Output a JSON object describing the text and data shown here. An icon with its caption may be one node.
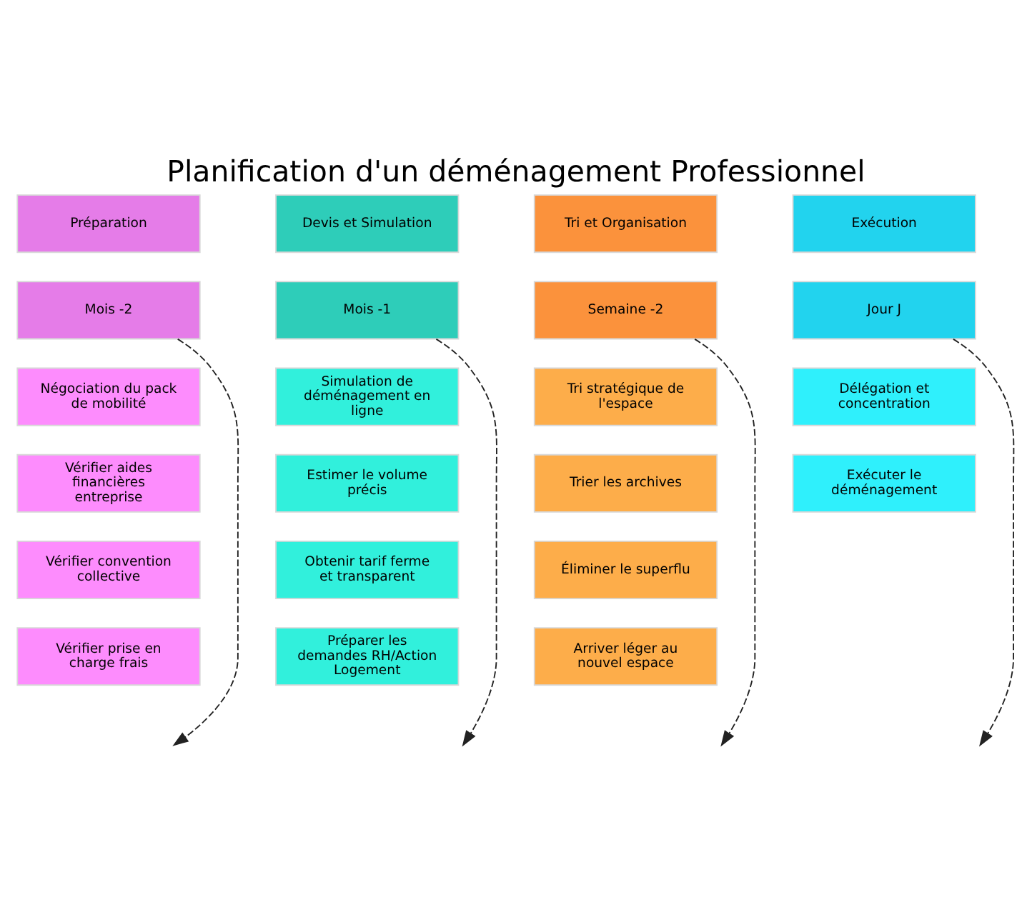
{
  "diagram": {
    "title": "Planification d'un déménagement Professionnel",
    "nodes": [
      {
        "text": [
          "Préparation"
        ]
      },
      {
        "text": [
          "Devis et Simulation"
        ]
      },
      {
        "text": [
          "Tri et Organisation"
        ]
      },
      {
        "text": [
          "Exécution"
        ]
      },
      {
        "text": [
          "Mois -2"
        ]
      },
      {
        "text": [
          "Mois -1"
        ]
      },
      {
        "text": [
          "Semaine -2"
        ]
      },
      {
        "text": [
          "Jour J"
        ]
      },
      {
        "text": [
          "Négociation du pack de mobilité"
        ]
      },
      {
        "text": [
          "Vérifier aides financières entreprise"
        ]
      },
      {
        "text": [
          "Vérifier convention collective"
        ]
      },
      {
        "text": [
          "Vérifier prise en charge frais"
        ]
      },
      {
        "text": [
          "Simulation de déménagement en ligne"
        ]
      },
      {
        "text": [
          "Estimer le volume précis"
        ]
      },
      {
        "text": [
          "Obtenir tarif ferme et transparent"
        ]
      },
      {
        "text": [
          "Préparer les demandes RH/Action Logement"
        ]
      },
      {
        "text": [
          "Tri stratégique de l'espace"
        ]
      },
      {
        "text": [
          "Trier les archives"
        ]
      },
      {
        "text": [
          "Éliminer le superflu"
        ]
      },
      {
        "text": [
          "Arriver léger au nouvel espace"
        ]
      },
      {
        "text": [
          "Délégation et concentration"
        ]
      },
      {
        "text": [
          "Exécuter le déménagement"
        ]
      }
    ],
    "edges": [
      {
        "from": 4,
        "to": null,
        "arrow": "to",
        "style": "dashed"
      },
      {
        "from": 5,
        "to": null,
        "arrow": "to",
        "style": "dashed"
      },
      {
        "from": 6,
        "to": null,
        "arrow": "to",
        "style": "dashed"
      },
      {
        "from": 7,
        "to": null,
        "arrow": "to",
        "style": "dashed"
      }
    ]
  }
}
